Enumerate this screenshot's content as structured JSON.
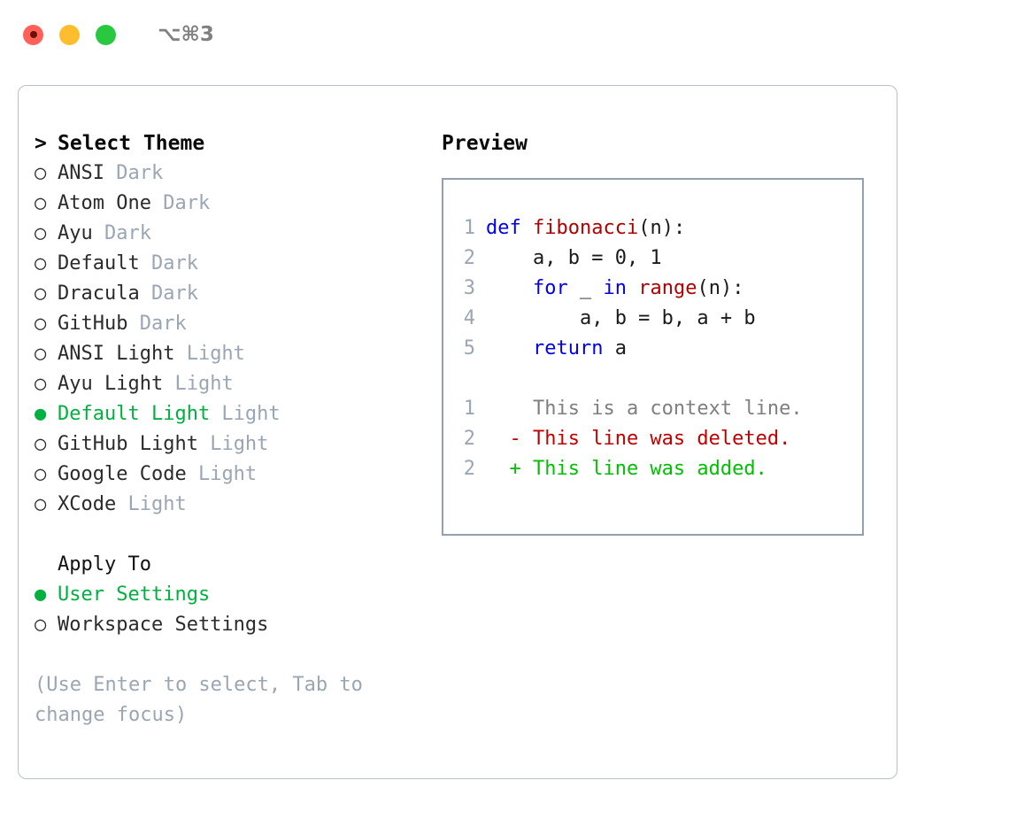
{
  "titlebar": {
    "shortcut": "⌥⌘3",
    "buttons": [
      {
        "name": "close",
        "color": "#ff6058"
      },
      {
        "name": "minimize",
        "color": "#ffbd2e"
      },
      {
        "name": "maximize",
        "color": "#28c840"
      }
    ]
  },
  "theme_picker": {
    "header_caret": ">",
    "header": "Select Theme",
    "selected_bullet": "●",
    "unselected_bullet": "○",
    "items": [
      {
        "name": "ANSI",
        "kind": "Dark",
        "selected": false
      },
      {
        "name": "Atom One",
        "kind": "Dark",
        "selected": false
      },
      {
        "name": "Ayu",
        "kind": "Dark",
        "selected": false
      },
      {
        "name": "Default",
        "kind": "Dark",
        "selected": false
      },
      {
        "name": "Dracula",
        "kind": "Dark",
        "selected": false
      },
      {
        "name": "GitHub",
        "kind": "Dark",
        "selected": false
      },
      {
        "name": "ANSI Light",
        "kind": "Light",
        "selected": false
      },
      {
        "name": "Ayu Light",
        "kind": "Light",
        "selected": false
      },
      {
        "name": "Default Light",
        "kind": "Light",
        "selected": true
      },
      {
        "name": "GitHub Light",
        "kind": "Light",
        "selected": false
      },
      {
        "name": "Google Code",
        "kind": "Light",
        "selected": false
      },
      {
        "name": "XCode",
        "kind": "Light",
        "selected": false
      }
    ]
  },
  "apply_to": {
    "header": "Apply To",
    "items": [
      {
        "name": "User Settings",
        "selected": true
      },
      {
        "name": "Workspace Settings",
        "selected": false
      }
    ]
  },
  "hint": "(Use Enter to select, Tab to change focus)",
  "preview": {
    "title": "Preview",
    "code_lines": [
      {
        "lineno": "1",
        "tokens": [
          {
            "text": "def ",
            "style": "kw"
          },
          {
            "text": "fibonacci",
            "style": "fn"
          },
          {
            "text": "(n):",
            "style": "plain"
          }
        ]
      },
      {
        "lineno": "2",
        "tokens": [
          {
            "text": "    a, b = 0, 1",
            "style": "plain"
          }
        ]
      },
      {
        "lineno": "3",
        "tokens": [
          {
            "text": "    ",
            "style": "plain"
          },
          {
            "text": "for",
            "style": "kw"
          },
          {
            "text": " _ ",
            "style": "plain"
          },
          {
            "text": "in ",
            "style": "kw"
          },
          {
            "text": "range",
            "style": "fn"
          },
          {
            "text": "(n):",
            "style": "plain"
          }
        ]
      },
      {
        "lineno": "4",
        "tokens": [
          {
            "text": "        a, b = b, a + b",
            "style": "plain"
          }
        ]
      },
      {
        "lineno": "5",
        "tokens": [
          {
            "text": "    ",
            "style": "plain"
          },
          {
            "text": "return ",
            "style": "kw"
          },
          {
            "text": "a",
            "style": "plain"
          }
        ]
      }
    ],
    "diff_lines": [
      {
        "lineno": "1",
        "marker": " ",
        "text": "This is a context line.",
        "style": "diff-ctx"
      },
      {
        "lineno": "2",
        "marker": "-",
        "text": "This line was deleted.",
        "style": "diff-del"
      },
      {
        "lineno": "2",
        "marker": "+",
        "text": "This line was added.",
        "style": "diff-add"
      }
    ]
  },
  "colors": {
    "accent_green": "#00b140",
    "muted": "#9aa6b4",
    "keyword": "#0000ee",
    "function": "#b00000",
    "diff_added": "#00c000",
    "diff_deleted": "#c20000",
    "panel_border": "#b8c0cc",
    "preview_border": "#92a0b0"
  }
}
